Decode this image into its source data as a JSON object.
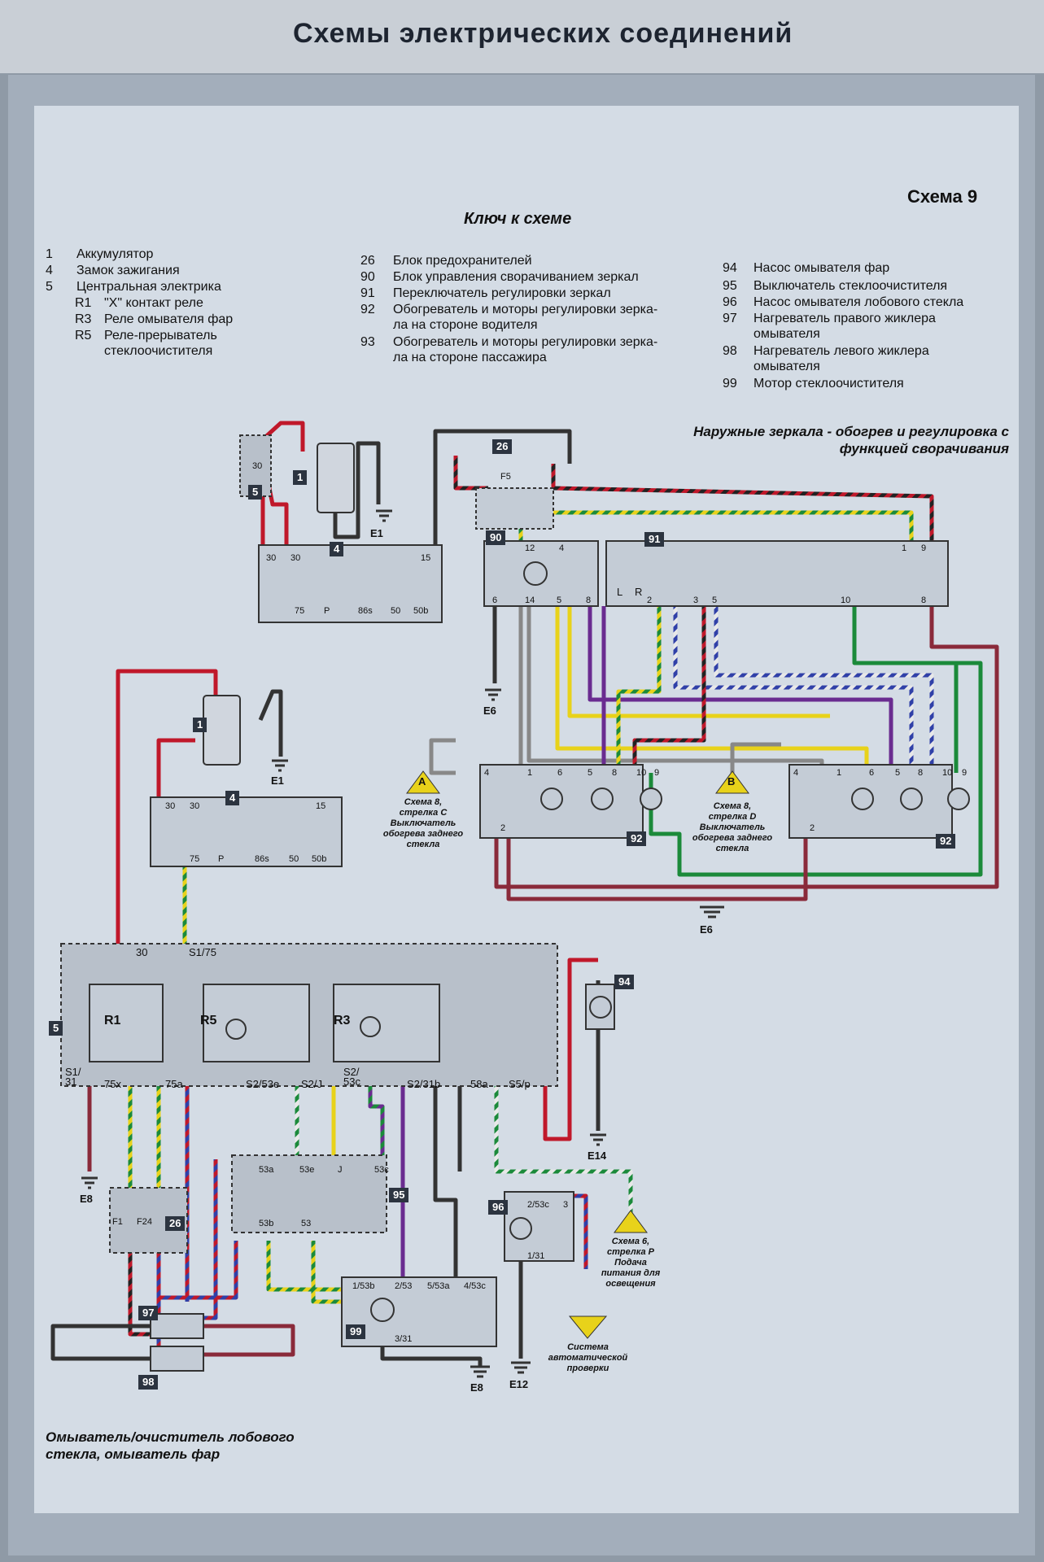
{
  "page_title": "Схемы электрических соединений",
  "scheme_label": "Схема 9",
  "key_title": "Ключ к схеме",
  "legend_col1": [
    {
      "num": "1",
      "text": "Аккумулятор"
    },
    {
      "num": "4",
      "text": "Замок зажигания"
    },
    {
      "num": "5",
      "text": "Центральная электрика"
    },
    {
      "num": "R1",
      "text": "\"X\" контакт реле"
    },
    {
      "num": "R3",
      "text": "Реле омывателя фар"
    },
    {
      "num": "R5",
      "text": "Реле-прерыватель\nстеклоочистителя"
    }
  ],
  "legend_col2": [
    {
      "num": "26",
      "text": "Блок предохранителей"
    },
    {
      "num": "90",
      "text": "Блок управления сворачиванием зеркал"
    },
    {
      "num": "91",
      "text": "Переключатель регулировки зеркал"
    },
    {
      "num": "92",
      "text": "Обогреватель и моторы регулировки зерка-\nла на стороне водителя"
    },
    {
      "num": "93",
      "text": "Обогреватель и моторы регулировки зерка-\nла на стороне пассажира"
    }
  ],
  "legend_col3": [
    {
      "num": "94",
      "text": "Насос омывателя фар"
    },
    {
      "num": "95",
      "text": "Выключатель стеклоочистителя"
    },
    {
      "num": "96",
      "text": "Насос омывателя лобового стекла"
    },
    {
      "num": "97",
      "text": "Нагреватель правого жиклера\nомывателя"
    },
    {
      "num": "98",
      "text": "Нагреватель левого жиклера\nомывателя"
    },
    {
      "num": "99",
      "text": "Мотор стеклоочистителя"
    }
  ],
  "caption_mirrors": "Наружные зеркала - обогрев и регулировка с\nфункцией сворачивания",
  "caption_washer": "Омыватель/очиститель лобового\nстекла, омыватель фар",
  "ref_a": {
    "letter": "A",
    "text": "Схема 8,\nстрелка C\nВыключатель\nобогрева заднего\nстекла"
  },
  "ref_b": {
    "letter": "B",
    "text": "Схема 8,\nстрелка D\nВыключатель\nобогрева заднего\nстекла"
  },
  "ref_p": {
    "text": "Схема 6,\nстрелка P\nПодача\nпитания для\nосвещения"
  },
  "ref_auto": {
    "text": "Система\nавтоматической\nпроверки"
  },
  "grounds": {
    "e1a": "E1",
    "e1b": "E1",
    "e6a": "E6",
    "e6b": "E6",
    "e8a": "E8",
    "e8b": "E8",
    "e12": "E12",
    "e14": "E14"
  },
  "components": {
    "c1a": "1",
    "c1b": "1",
    "c4a": "4",
    "c4b": "4",
    "c5a": "5",
    "c5b": "5",
    "c26a": "26",
    "c26b": "26",
    "f5": "F5",
    "f1": "F1",
    "f24": "F24",
    "c90": "90",
    "c91": "91",
    "c92a": "92",
    "c92b": "92",
    "c94": "94",
    "c95": "95",
    "c96": "96",
    "c97": "97",
    "c98": "98",
    "c99": "99",
    "r1": "R1",
    "r3": "R3",
    "r5": "R5"
  },
  "pins": {
    "p30": "30",
    "p30b": "30",
    "p15": "15",
    "p75": "75",
    "pP": "P",
    "p86s": "86s",
    "p50": "50",
    "p50b": "50b",
    "cp30": "30",
    "cs175": "S1/75",
    "cs131": "S1/\n31",
    "c75x": "75x",
    "c75a": "75a",
    "cs253e": "S2/53e",
    "cs2j": "S2/J",
    "cs253c": "S2/\n53c",
    "cs231b": "S2/31b",
    "c58a": "58a",
    "cs5p": "S5/p",
    "w53a": "53a",
    "w53e": "53e",
    "wJ": "J",
    "w53c": "53c",
    "w53b": "53b",
    "w53": "53",
    "m153b": "1/53b",
    "m253": "2/53",
    "m553a": "5/53a",
    "m453c": "4/53c",
    "m331": "3/31",
    "n253c": "2/53c",
    "n3": "3",
    "n131": "1/31",
    "u12": "12",
    "u4": "4",
    "u6": "6",
    "u14": "14",
    "u5": "5",
    "u8": "8",
    "sL": "L",
    "sR": "R",
    "s1": "1",
    "s9": "9",
    "s2": "2",
    "s3": "3",
    "s5": "5",
    "s10": "10",
    "s8": "8",
    "mir4": "4",
    "mir1": "1",
    "mir6": "6",
    "mir5": "5",
    "mir8": "8",
    "mir10": "10",
    "mir9": "9",
    "mir2": "2"
  }
}
